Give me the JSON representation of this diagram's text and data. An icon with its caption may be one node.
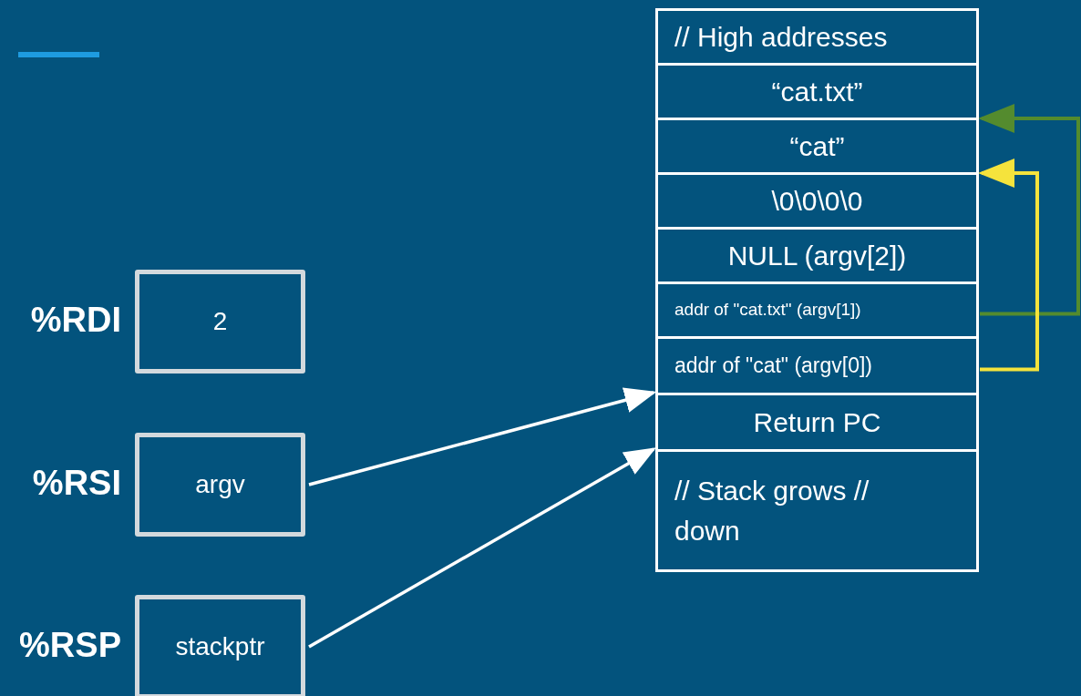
{
  "diagram": {
    "nodes": [
      {
        "text": [
          "// High addresses"
        ]
      },
      {
        "text": [
          "“cat.txt”"
        ]
      },
      {
        "text": [
          "“cat”"
        ]
      },
      {
        "text": [
          "\\0\\0\\0\\0"
        ]
      },
      {
        "text": [
          "NULL (argv[2])"
        ]
      },
      {
        "text": [
          "addr of \"cat.txt\" (argv[1])"
        ]
      },
      {
        "text": [
          "addr of \"cat\" (argv[0])"
        ]
      },
      {
        "text": [
          "Return PC"
        ]
      },
      {
        "text": [
          "// Stack grows // down"
        ]
      },
      {
        "text": [
          "2"
        ],
        "beside": [
          "%RDI"
        ]
      },
      {
        "text": [
          "argv"
        ],
        "beside": [
          "%RSI"
        ]
      },
      {
        "text": [
          "stackptr"
        ],
        "beside": [
          "%RSP"
        ]
      }
    ],
    "edges": [
      {
        "from": 10,
        "to": 6,
        "arrow": "to"
      },
      {
        "from": 11,
        "to": 7,
        "arrow": "to"
      },
      {
        "from": 5,
        "to": 1,
        "arrow": "to",
        "color": "#548b2e"
      },
      {
        "from": 6,
        "to": 2,
        "arrow": "to",
        "color": "#f5e33c"
      }
    ]
  }
}
